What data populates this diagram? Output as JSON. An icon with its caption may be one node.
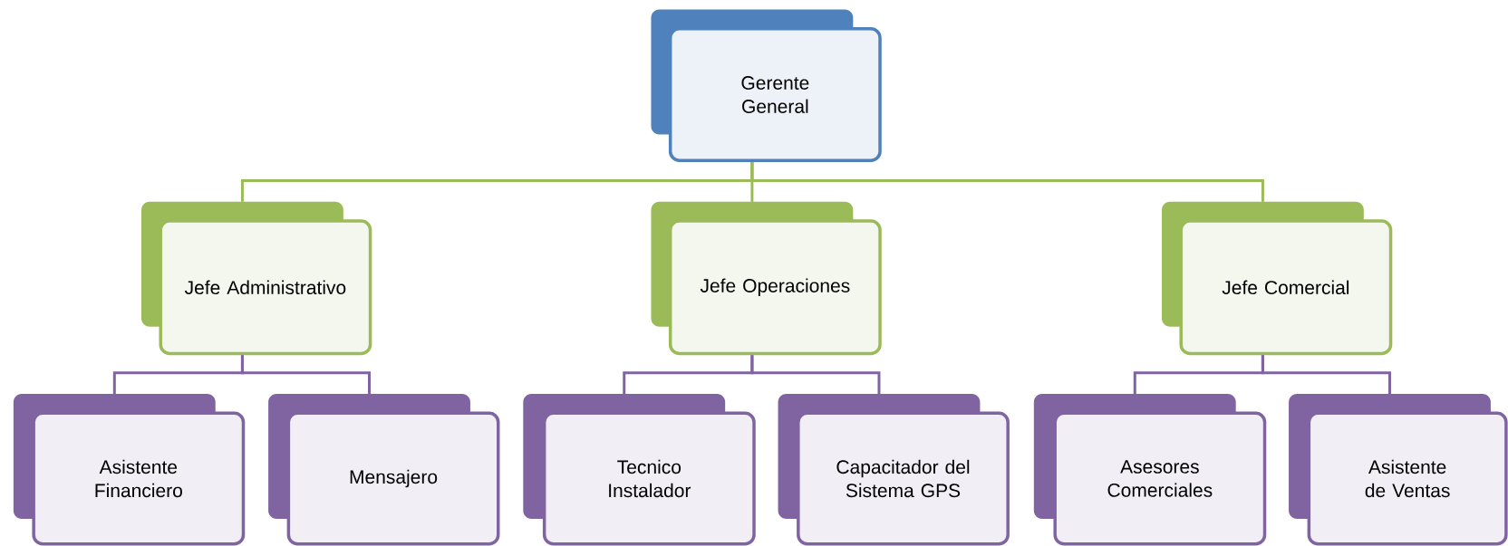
{
  "diagram": {
    "nodes": [
      {
        "text": [
          "Gerente General"
        ]
      },
      {
        "text": [
          "Jefe Administrativo"
        ]
      },
      {
        "text": [
          "Jefe Operaciones"
        ]
      },
      {
        "text": [
          "Jefe Comercial"
        ]
      },
      {
        "text": [
          "Asistente Financiero"
        ]
      },
      {
        "text": [
          "Mensajero"
        ]
      },
      {
        "text": [
          "Tecnico Instalador"
        ]
      },
      {
        "text": [
          "Capacitador del Sistema GPS"
        ]
      },
      {
        "text": [
          "Asesores Comerciales"
        ]
      },
      {
        "text": [
          "Asistente de Ventas"
        ]
      }
    ],
    "edges": [
      {
        "from": 0,
        "to": 1,
        "arrow": "none",
        "color": "#9bbb59"
      },
      {
        "from": 0,
        "to": 2,
        "arrow": "none",
        "color": "#9bbb59"
      },
      {
        "from": 0,
        "to": 3,
        "arrow": "none",
        "color": "#9bbb59"
      },
      {
        "from": 1,
        "to": 4,
        "arrow": "none"
      },
      {
        "from": 1,
        "to": 5,
        "arrow": "none"
      },
      {
        "from": 2,
        "to": 6,
        "arrow": "none"
      },
      {
        "from": 2,
        "to": 7,
        "arrow": "none"
      },
      {
        "from": 3,
        "to": 8,
        "arrow": "none"
      },
      {
        "from": 3,
        "to": 9,
        "arrow": "none"
      }
    ]
  }
}
